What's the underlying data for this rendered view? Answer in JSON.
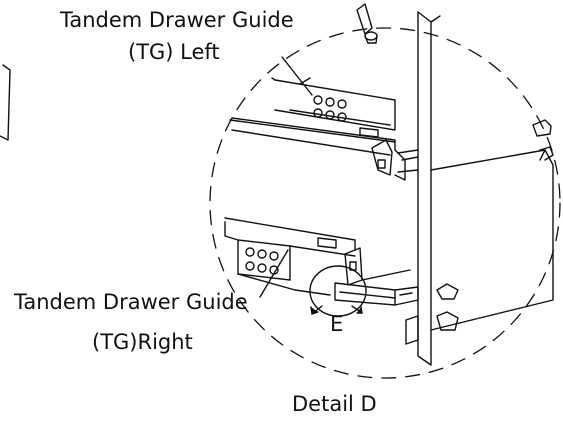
{
  "labels": {
    "tg_left_line1": "Tandem Drawer Guide",
    "tg_left_line2": "(TG) Left",
    "tg_right_line1": "Tandem Drawer Guide",
    "tg_right_line2": "(TG)Right",
    "detail_callout": "E",
    "detail_title": "Detail D"
  },
  "colors": {
    "line": "#111111",
    "background": "#ffffff"
  }
}
